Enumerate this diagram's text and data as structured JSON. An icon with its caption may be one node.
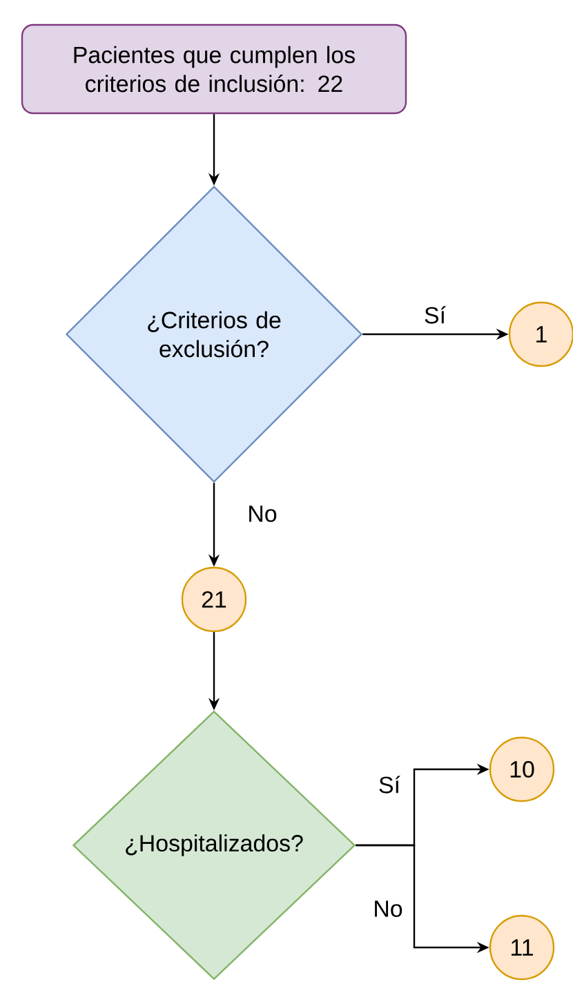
{
  "diagram": {
    "nodes": [
      {
        "text": [
          "Pacientes que cumplen los criterios de inclusión: 22"
        ]
      },
      {
        "text": [
          "¿Criterios de exclusión?"
        ]
      },
      {
        "text": [
          "1"
        ]
      },
      {
        "text": [
          "21"
        ]
      },
      {
        "text": [
          "¿Hospitalizados?"
        ]
      },
      {
        "text": [
          "10"
        ]
      },
      {
        "text": [
          "11"
        ]
      }
    ],
    "edges": [
      {
        "from": 0,
        "to": 1,
        "arrow": "to"
      },
      {
        "from": 1,
        "to": 2,
        "arrow": "to",
        "label": "Sí"
      },
      {
        "from": 1,
        "to": 3,
        "arrow": "to",
        "label": "No"
      },
      {
        "from": 3,
        "to": 4,
        "arrow": "to"
      },
      {
        "from": 4,
        "to": 5,
        "arrow": "to",
        "label": "Sí"
      },
      {
        "from": 4,
        "to": 6,
        "arrow": "to",
        "label": "No"
      }
    ]
  }
}
